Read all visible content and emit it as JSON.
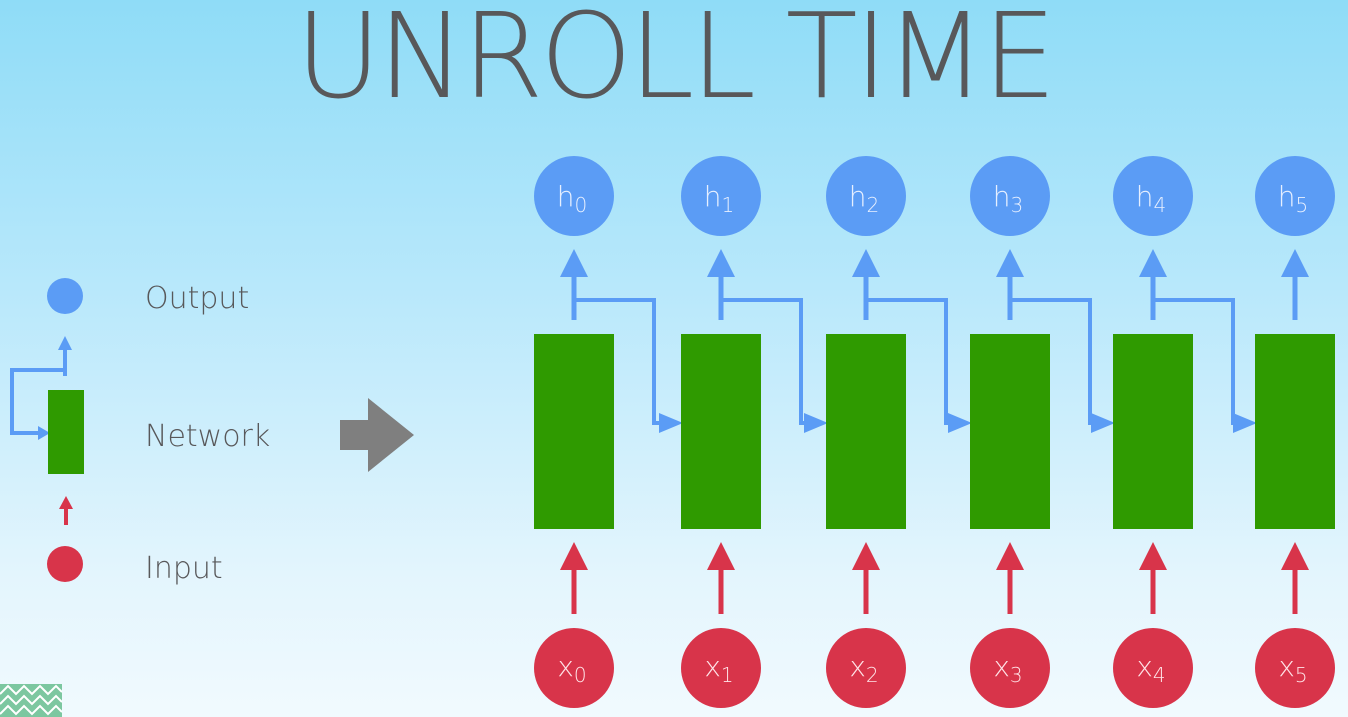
{
  "title": "UNROLL TIME",
  "legend": {
    "output_label": "Output",
    "network_label": "Network",
    "input_label": "Input"
  },
  "outputs": [
    {
      "base": "h",
      "sub": "0"
    },
    {
      "base": "h",
      "sub": "1"
    },
    {
      "base": "h",
      "sub": "2"
    },
    {
      "base": "h",
      "sub": "3"
    },
    {
      "base": "h",
      "sub": "4"
    },
    {
      "base": "h",
      "sub": "5"
    }
  ],
  "inputs": [
    {
      "base": "x",
      "sub": "0"
    },
    {
      "base": "x",
      "sub": "1"
    },
    {
      "base": "x",
      "sub": "2"
    },
    {
      "base": "x",
      "sub": "3"
    },
    {
      "base": "x",
      "sub": "4"
    },
    {
      "base": "x",
      "sub": "5"
    }
  ],
  "colors": {
    "output": "#5b9cf5",
    "network": "#2f9a00",
    "input": "#d8344a",
    "recurrent_arrow": "#5b9cf5",
    "unroll_arrow": "#7f7f7f",
    "title": "#58585a",
    "text": "#58585a"
  }
}
